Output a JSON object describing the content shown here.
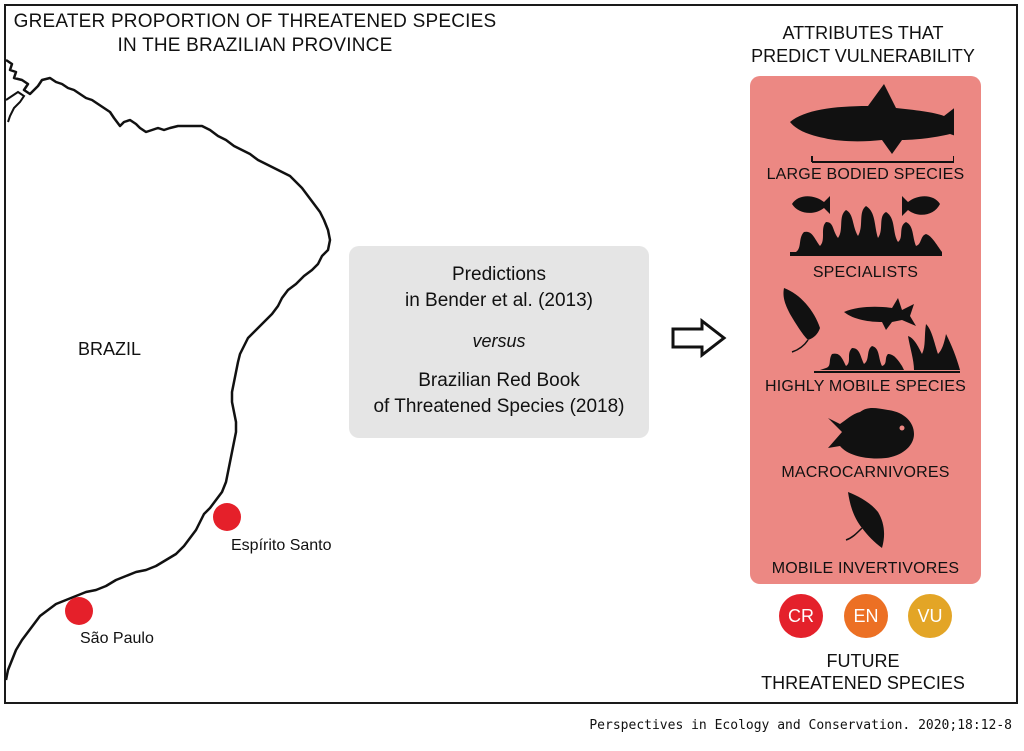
{
  "title": {
    "line1": "GREATER PROPORTION OF THREATENED SPECIES",
    "line2": "IN THE BRAZILIAN PROVINCE"
  },
  "map": {
    "country_label": "BRAZIL",
    "cities": [
      {
        "name": "Espírito Santo"
      },
      {
        "name": "São Paulo"
      }
    ],
    "dot_color": "#e5202a"
  },
  "center_box": {
    "line1": "Predictions",
    "line2": "in Bender et al. (2013)",
    "versus": "versus",
    "line3": "Brazilian Red Book",
    "line4": "of Threatened Species (2018)",
    "background": "#e5e5e5"
  },
  "attributes": {
    "title_line1": "ATTRIBUTES THAT",
    "title_line2": "PREDICT VULNERABILITY",
    "panel_color": "#ec8883",
    "items": [
      {
        "label": "LARGE BODIED SPECIES",
        "icon": "shark-icon"
      },
      {
        "label": "SPECIALISTS",
        "icon": "coral-reef-fish-icon"
      },
      {
        "label": "HIGHLY MOBILE SPECIES",
        "icon": "ray-shark-coral-icon"
      },
      {
        "label": "MACROCARNIVORES",
        "icon": "grouper-fish-icon"
      },
      {
        "label": "MOBILE INVERTIVORES",
        "icon": "stingray-icon"
      }
    ]
  },
  "status_badges": [
    {
      "label": "CR",
      "color": "#e4212b"
    },
    {
      "label": "EN",
      "color": "#ec7024"
    },
    {
      "label": "VU",
      "color": "#e3a526"
    }
  ],
  "future": {
    "line1": "FUTURE",
    "line2": "THREATENED SPECIES"
  },
  "citation": "Perspectives in Ecology and Conservation. 2020;18:12-8"
}
